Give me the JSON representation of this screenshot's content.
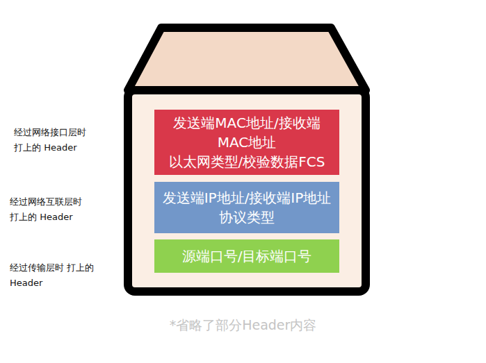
{
  "diagram": {
    "caption": "*省略了部分Header内容",
    "nodes": [
      {
        "text": [
          "发送端MAC地址/接收端 MAC地址 以太网类型/校验数据FCS"
        ]
      },
      {
        "text": [
          "发送端IP地址/接收端IP地址 协议类型"
        ]
      },
      {
        "text": [
          "源端口号/目标端口号"
        ]
      }
    ],
    "labels": [
      "经过网络接口层时 打上的 Header",
      "经过网络互联层时 打上的 Header",
      "经过传输层时 打上的 Header"
    ]
  }
}
